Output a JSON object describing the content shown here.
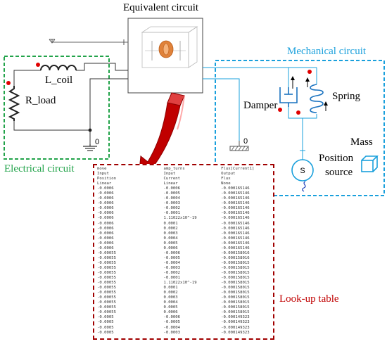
{
  "labels": {
    "equivalent_circuit": "Equivalent circuit",
    "mechanical_circuit": "Mechanical circuit",
    "electrical_circuit": "Electrical circuit",
    "lookup_table": "Look-up table",
    "l_coil": "L_coil",
    "r_load": "R_load",
    "damper": "Damper",
    "spring": "Spring",
    "mass": "Mass",
    "position_source_line1": "Position",
    "position_source_line2": "source",
    "ground_elec": "0",
    "ground_mech": "0",
    "source_symbol": "S"
  },
  "colors": {
    "electrical": "#22a34a",
    "mechanical": "#1aa0dc",
    "lookup": "#a00000",
    "arrow": "#c00000",
    "node_dot": "#e00000"
  },
  "lookup_table": {
    "header": [
      [
        "move",
        "amp_turns",
        "Flux[Current1]"
      ],
      [
        "Input",
        "Input",
        "Output"
      ],
      [
        "Position",
        "Current",
        "Flux"
      ],
      [
        "Linear",
        "Linear",
        "None"
      ]
    ],
    "rows": [
      [
        "-0.0006",
        "-0.0006",
        "-0.000165146"
      ],
      [
        "-0.0006",
        "-0.0005",
        "-0.000165146"
      ],
      [
        "-0.0006",
        "-0.0004",
        "-0.000165146"
      ],
      [
        "-0.0006",
        "-0.0003",
        "-0.000165146"
      ],
      [
        "-0.0006",
        "-0.0002",
        "-0.000165146"
      ],
      [
        "-0.0006",
        "-0.0001",
        "-0.000165146"
      ],
      [
        "-0.0006",
        "1.11022x10^-19",
        "-0.000165146"
      ],
      [
        "-0.0006",
        "0.0001",
        "-0.000165146"
      ],
      [
        "-0.0006",
        "0.0002",
        "-0.000165146"
      ],
      [
        "-0.0006",
        "0.0003",
        "-0.000165146"
      ],
      [
        "-0.0006",
        "0.0004",
        "-0.000165146"
      ],
      [
        "-0.0006",
        "0.0005",
        "-0.000165146"
      ],
      [
        "-0.0006",
        "0.0006",
        "-0.000165146"
      ],
      [
        "-0.00055",
        "-0.0006",
        "-0.000158016"
      ],
      [
        "-0.00055",
        "-0.0005",
        "-0.000158016"
      ],
      [
        "-0.00055",
        "-0.0004",
        "-0.000158015"
      ],
      [
        "-0.00055",
        "-0.0003",
        "-0.000158015"
      ],
      [
        "-0.00055",
        "-0.0002",
        "-0.000158015"
      ],
      [
        "-0.00055",
        "-0.0001",
        "-0.000158015"
      ],
      [
        "-0.00055",
        "1.11022x10^-19",
        "-0.000158015"
      ],
      [
        "-0.00055",
        "0.0001",
        "-0.000158015"
      ],
      [
        "-0.00055",
        "0.0002",
        "-0.000158015"
      ],
      [
        "-0.00055",
        "0.0003",
        "-0.000158015"
      ],
      [
        "-0.00055",
        "0.0004",
        "-0.000158015"
      ],
      [
        "-0.00055",
        "0.0005",
        "-0.000158015"
      ],
      [
        "-0.00055",
        "0.0006",
        "-0.000158015"
      ],
      [
        "-0.0005",
        "-0.0006",
        "-0.000149323"
      ],
      [
        "-0.0005",
        "-0.0005",
        "-0.000149323"
      ],
      [
        "-0.0005",
        "-0.0004",
        "-0.000149323"
      ],
      [
        "-0.0005",
        "-0.0003",
        "-0.000149323"
      ]
    ]
  }
}
